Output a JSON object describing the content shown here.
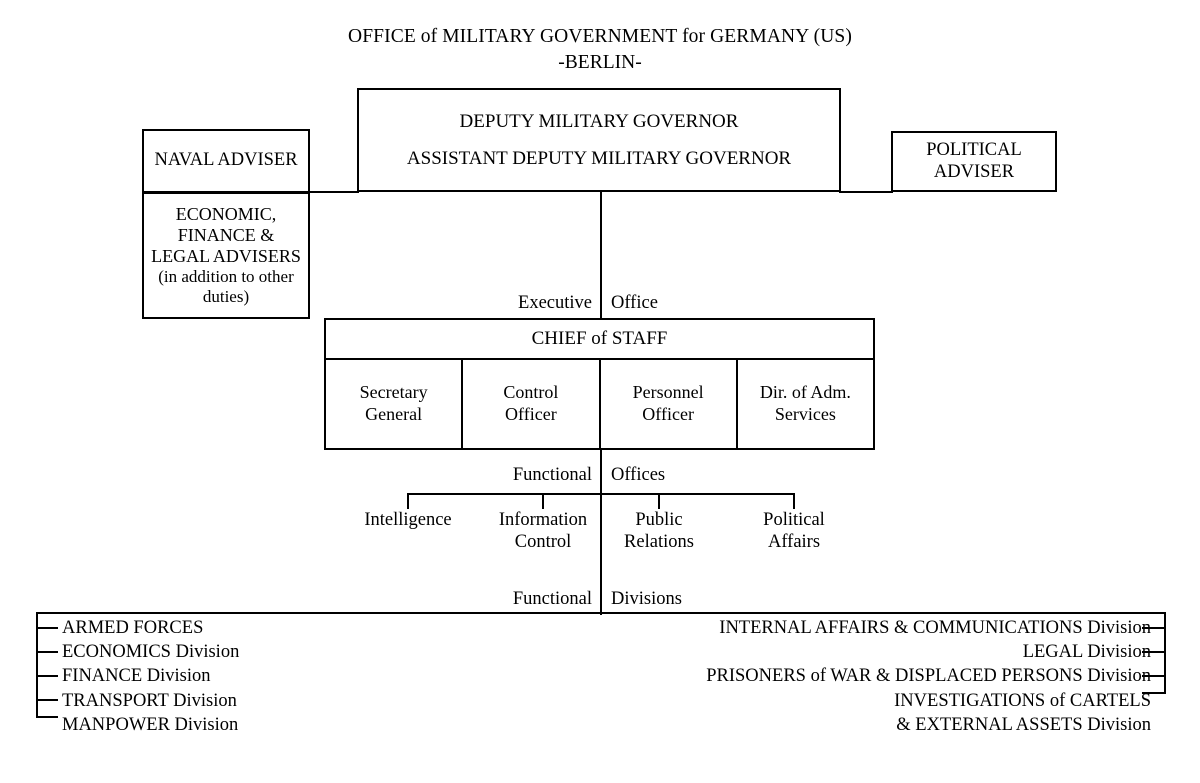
{
  "title": {
    "line1": "OFFICE of MILITARY GOVERNMENT for GERMANY (US)",
    "line2": "-BERLIN-"
  },
  "top_level": {
    "deputy_box": {
      "line1": "DEPUTY MILITARY GOVERNOR",
      "line2": "ASSISTANT DEPUTY MILITARY GOVERNOR"
    },
    "naval_adviser": "NAVAL ADVISER",
    "economic_finance_legal": {
      "line1": "ECONOMIC,",
      "line2": "FINANCE &",
      "line3": "LEGAL ADVISERS",
      "line4": "(in addition to other",
      "line5": "duties)"
    },
    "political_adviser": {
      "line1": "POLITICAL",
      "line2": "ADVISER"
    }
  },
  "executive_office": {
    "caption_left": "Executive",
    "caption_right": "Office",
    "chief_of_staff": "CHIEF of STAFF",
    "staff": [
      {
        "line1": "Secretary",
        "line2": "General"
      },
      {
        "line1": "Control",
        "line2": "Officer"
      },
      {
        "line1": "Personnel",
        "line2": "Officer"
      },
      {
        "line1": "Dir. of Adm.",
        "line2": "Services"
      }
    ]
  },
  "functional_offices": {
    "caption_left": "Functional",
    "caption_right": "Offices",
    "offices": [
      {
        "line1": "Intelligence",
        "line2": ""
      },
      {
        "line1": "Information",
        "line2": "Control"
      },
      {
        "line1": "Public",
        "line2": "Relations"
      },
      {
        "line1": "Political",
        "line2": "Affairs"
      }
    ]
  },
  "functional_divisions": {
    "caption_left": "Functional",
    "caption_right": "Divisions",
    "left_divisions": [
      "ARMED FORCES",
      "ECONOMICS Division",
      "FINANCE Division",
      "TRANSPORT Division",
      "MANPOWER Division"
    ],
    "right_divisions": [
      {
        "line1": "INTERNAL AFFAIRS & COMMUNICATIONS Division",
        "line2": ""
      },
      {
        "line1": "LEGAL Division",
        "line2": ""
      },
      {
        "line1": "PRISONERS of WAR & DISPLACED PERSONS Division",
        "line2": ""
      },
      {
        "line1": "INVESTIGATIONS of CARTELS",
        "line2": "& EXTERNAL ASSETS Division"
      }
    ]
  },
  "colors": {
    "ink": "#000000",
    "paper": "#ffffff"
  }
}
